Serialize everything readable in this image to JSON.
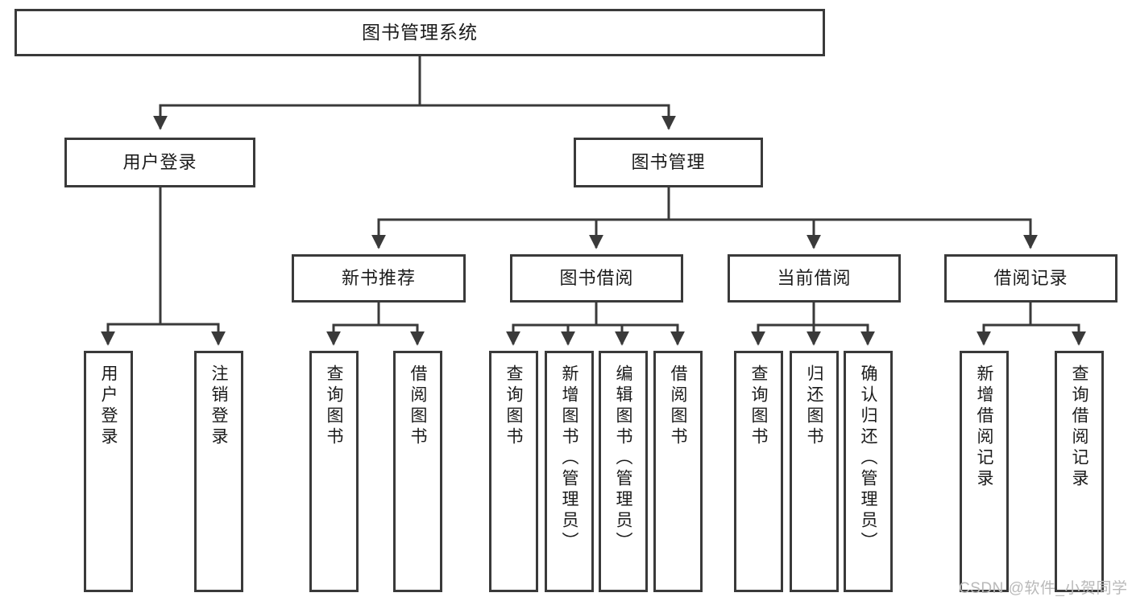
{
  "diagram": {
    "type": "tree-hierarchy-chart",
    "title": "图书管理系统",
    "orientation": "top-down",
    "colors": {
      "box_border": "#3a3a3a",
      "box_fill": "#ffffff",
      "connector": "#3a3a3a",
      "text": "#1b1b1b",
      "background": "#ffffff",
      "watermark": "#b9b9b9"
    },
    "root": {
      "label": "图书管理系统"
    },
    "level1": [
      {
        "label": "用户登录"
      },
      {
        "label": "图书管理"
      }
    ],
    "level2": [
      {
        "label": "新书推荐"
      },
      {
        "label": "图书借阅"
      },
      {
        "label": "当前借阅"
      },
      {
        "label": "借阅记录"
      }
    ],
    "leaves": {
      "user_login": [
        {
          "label": "用户登录"
        },
        {
          "label": "注销登录"
        }
      ],
      "new_book_recommend": [
        {
          "label": "查询图书"
        },
        {
          "label": "借阅图书"
        }
      ],
      "book_borrow": [
        {
          "label": "查询图书"
        },
        {
          "label": "新增图书（管理员）"
        },
        {
          "label": "编辑图书（管理员）"
        },
        {
          "label": "借阅图书"
        }
      ],
      "current_borrow": [
        {
          "label": "查询图书"
        },
        {
          "label": "归还图书"
        },
        {
          "label": "确认归还（管理员）"
        }
      ],
      "borrow_record": [
        {
          "label": "新增借阅记录"
        },
        {
          "label": "查询借阅记录"
        }
      ]
    },
    "watermark": "CSDN @软件_小贺同学"
  }
}
